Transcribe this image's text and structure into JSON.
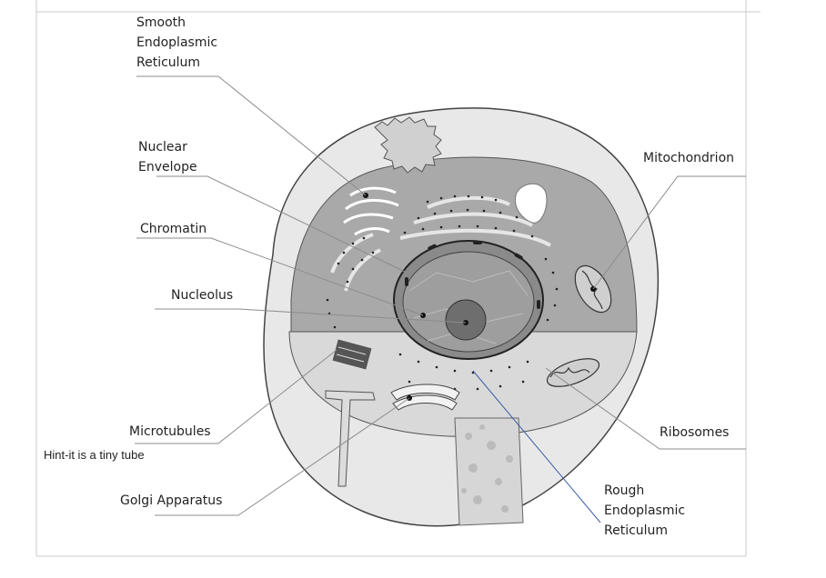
{
  "labels": {
    "smooth_er": "Smooth\nEndoplasmic\nReticulum",
    "nuclear_envelope": "Nuclear\nEnvelope",
    "chromatin": "Chromatin",
    "nucleolus": "Nucleolus",
    "microtubules": "Microtubules",
    "hint": "Hint-it is a tiny tube",
    "golgi": "Golgi Apparatus",
    "mitochondrion": "Mitochondrion",
    "ribosomes": "Ribosomes",
    "rough_er": "Rough\nEndoplasmic\nReticulum"
  },
  "colors": {
    "cytoplasm": "#e8e8e8",
    "cut_face": "#a9a9a9",
    "lower_face": "#d9d9d9",
    "leader_line": "#8c8c8c",
    "rough_er_line": "#3b5fa6"
  }
}
